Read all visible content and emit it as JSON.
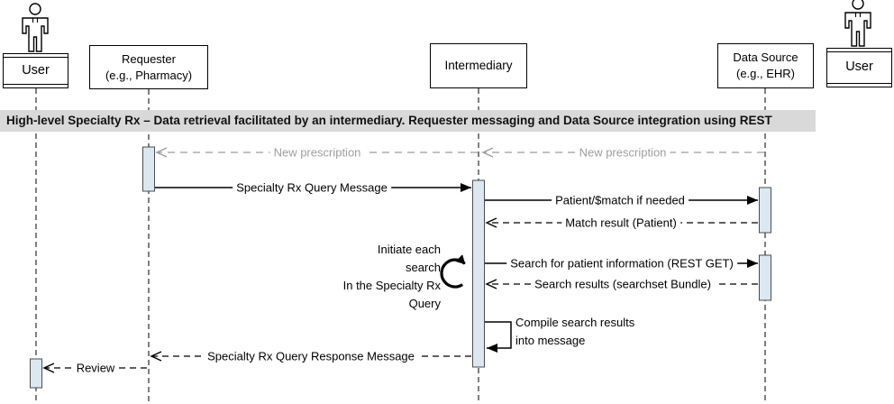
{
  "banner": {
    "title": "High-level Specialty Rx – Data retrieval facilitated by an intermediary. Requester messaging and Data Source integration using REST"
  },
  "actors": {
    "user_left": {
      "label": "User"
    },
    "requester": {
      "label": "Requester",
      "sublabel": "(e.g., Pharmacy)"
    },
    "intermediary": {
      "label": "Intermediary"
    },
    "data_source": {
      "label": "Data Source",
      "sublabel": "(e.g., EHR)"
    },
    "user_right": {
      "label": "User"
    }
  },
  "messages": {
    "new_prescription_left": "New prescription",
    "new_prescription_right": "New prescription",
    "specialty_rx_query_message": "Specialty Rx Query Message",
    "patient_match": "Patient/$match if needed",
    "match_result": "Match result (Patient)",
    "search_patient_information": "Search for patient information (REST GET)",
    "search_results": "Search results (searchset Bundle)",
    "compile_line1": "Compile search results",
    "compile_line2": "into message",
    "query_response_message": "Specialty Rx Query Response Message",
    "review": "Review"
  },
  "loop_annotation": {
    "line1": "Initiate each",
    "line2": "search",
    "line3": "In the Specialty Rx",
    "line4": "Query"
  },
  "icons": {
    "loop": "clockwise-loop-arrow",
    "actor": "person-figure"
  },
  "colors": {
    "activation_fill": "#dbe8f1",
    "banner_bg": "#d9d9d9",
    "gray_message": "#9e9e9e",
    "line": "#000000"
  }
}
